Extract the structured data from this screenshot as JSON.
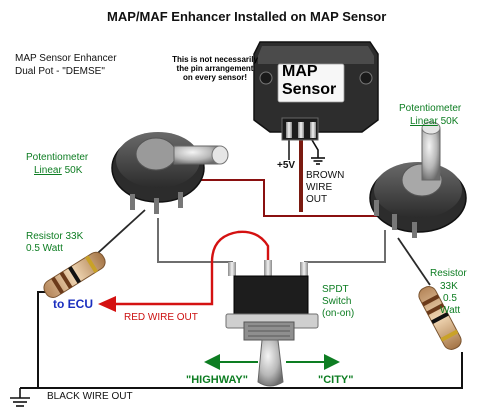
{
  "title": "MAP/MAF Enhancer Installed on MAP Sensor",
  "subtitle_line1": "MAP Sensor Enhancer",
  "subtitle_line2": "Dual Pot - \"DEMSE\"",
  "note": "This is not necessarily the pin arrangement on every sensor!",
  "map_sensor_label_1": "MAP",
  "map_sensor_label_2": "Sensor",
  "plus5v": "+5V",
  "brown_wire_out_1": "BROWN",
  "brown_wire_out_2": "WIRE",
  "brown_wire_out_3": "OUT",
  "pot_left_1": "Potentiometer",
  "pot_left_2": "Linear",
  "pot_left_3": " 50K",
  "pot_right_1": "Potentiometer",
  "pot_right_2": "Linear",
  "pot_right_3": " 50K",
  "res_left_1": "Resistor  33K",
  "res_left_2": "0.5 Watt",
  "res_right_1": "Resistor",
  "res_right_2": "33K",
  "res_right_3": "0.5",
  "res_right_4": "Watt",
  "to_ecu": "to ECU",
  "red_wire_out": "RED WIRE OUT",
  "switch_1": "SPDT",
  "switch_2": "Switch",
  "switch_3": "(on-on)",
  "highway": "\"HIGHWAY\"",
  "city": "\"CITY\"",
  "black_wire_out": "BLACK WIRE OUT",
  "colors": {
    "text_green": "#0d7d22",
    "text_blue": "#1b2fbf",
    "wire_red": "#d41111",
    "wire_brown": "#7a1a10",
    "wire_gray": "#707070"
  }
}
